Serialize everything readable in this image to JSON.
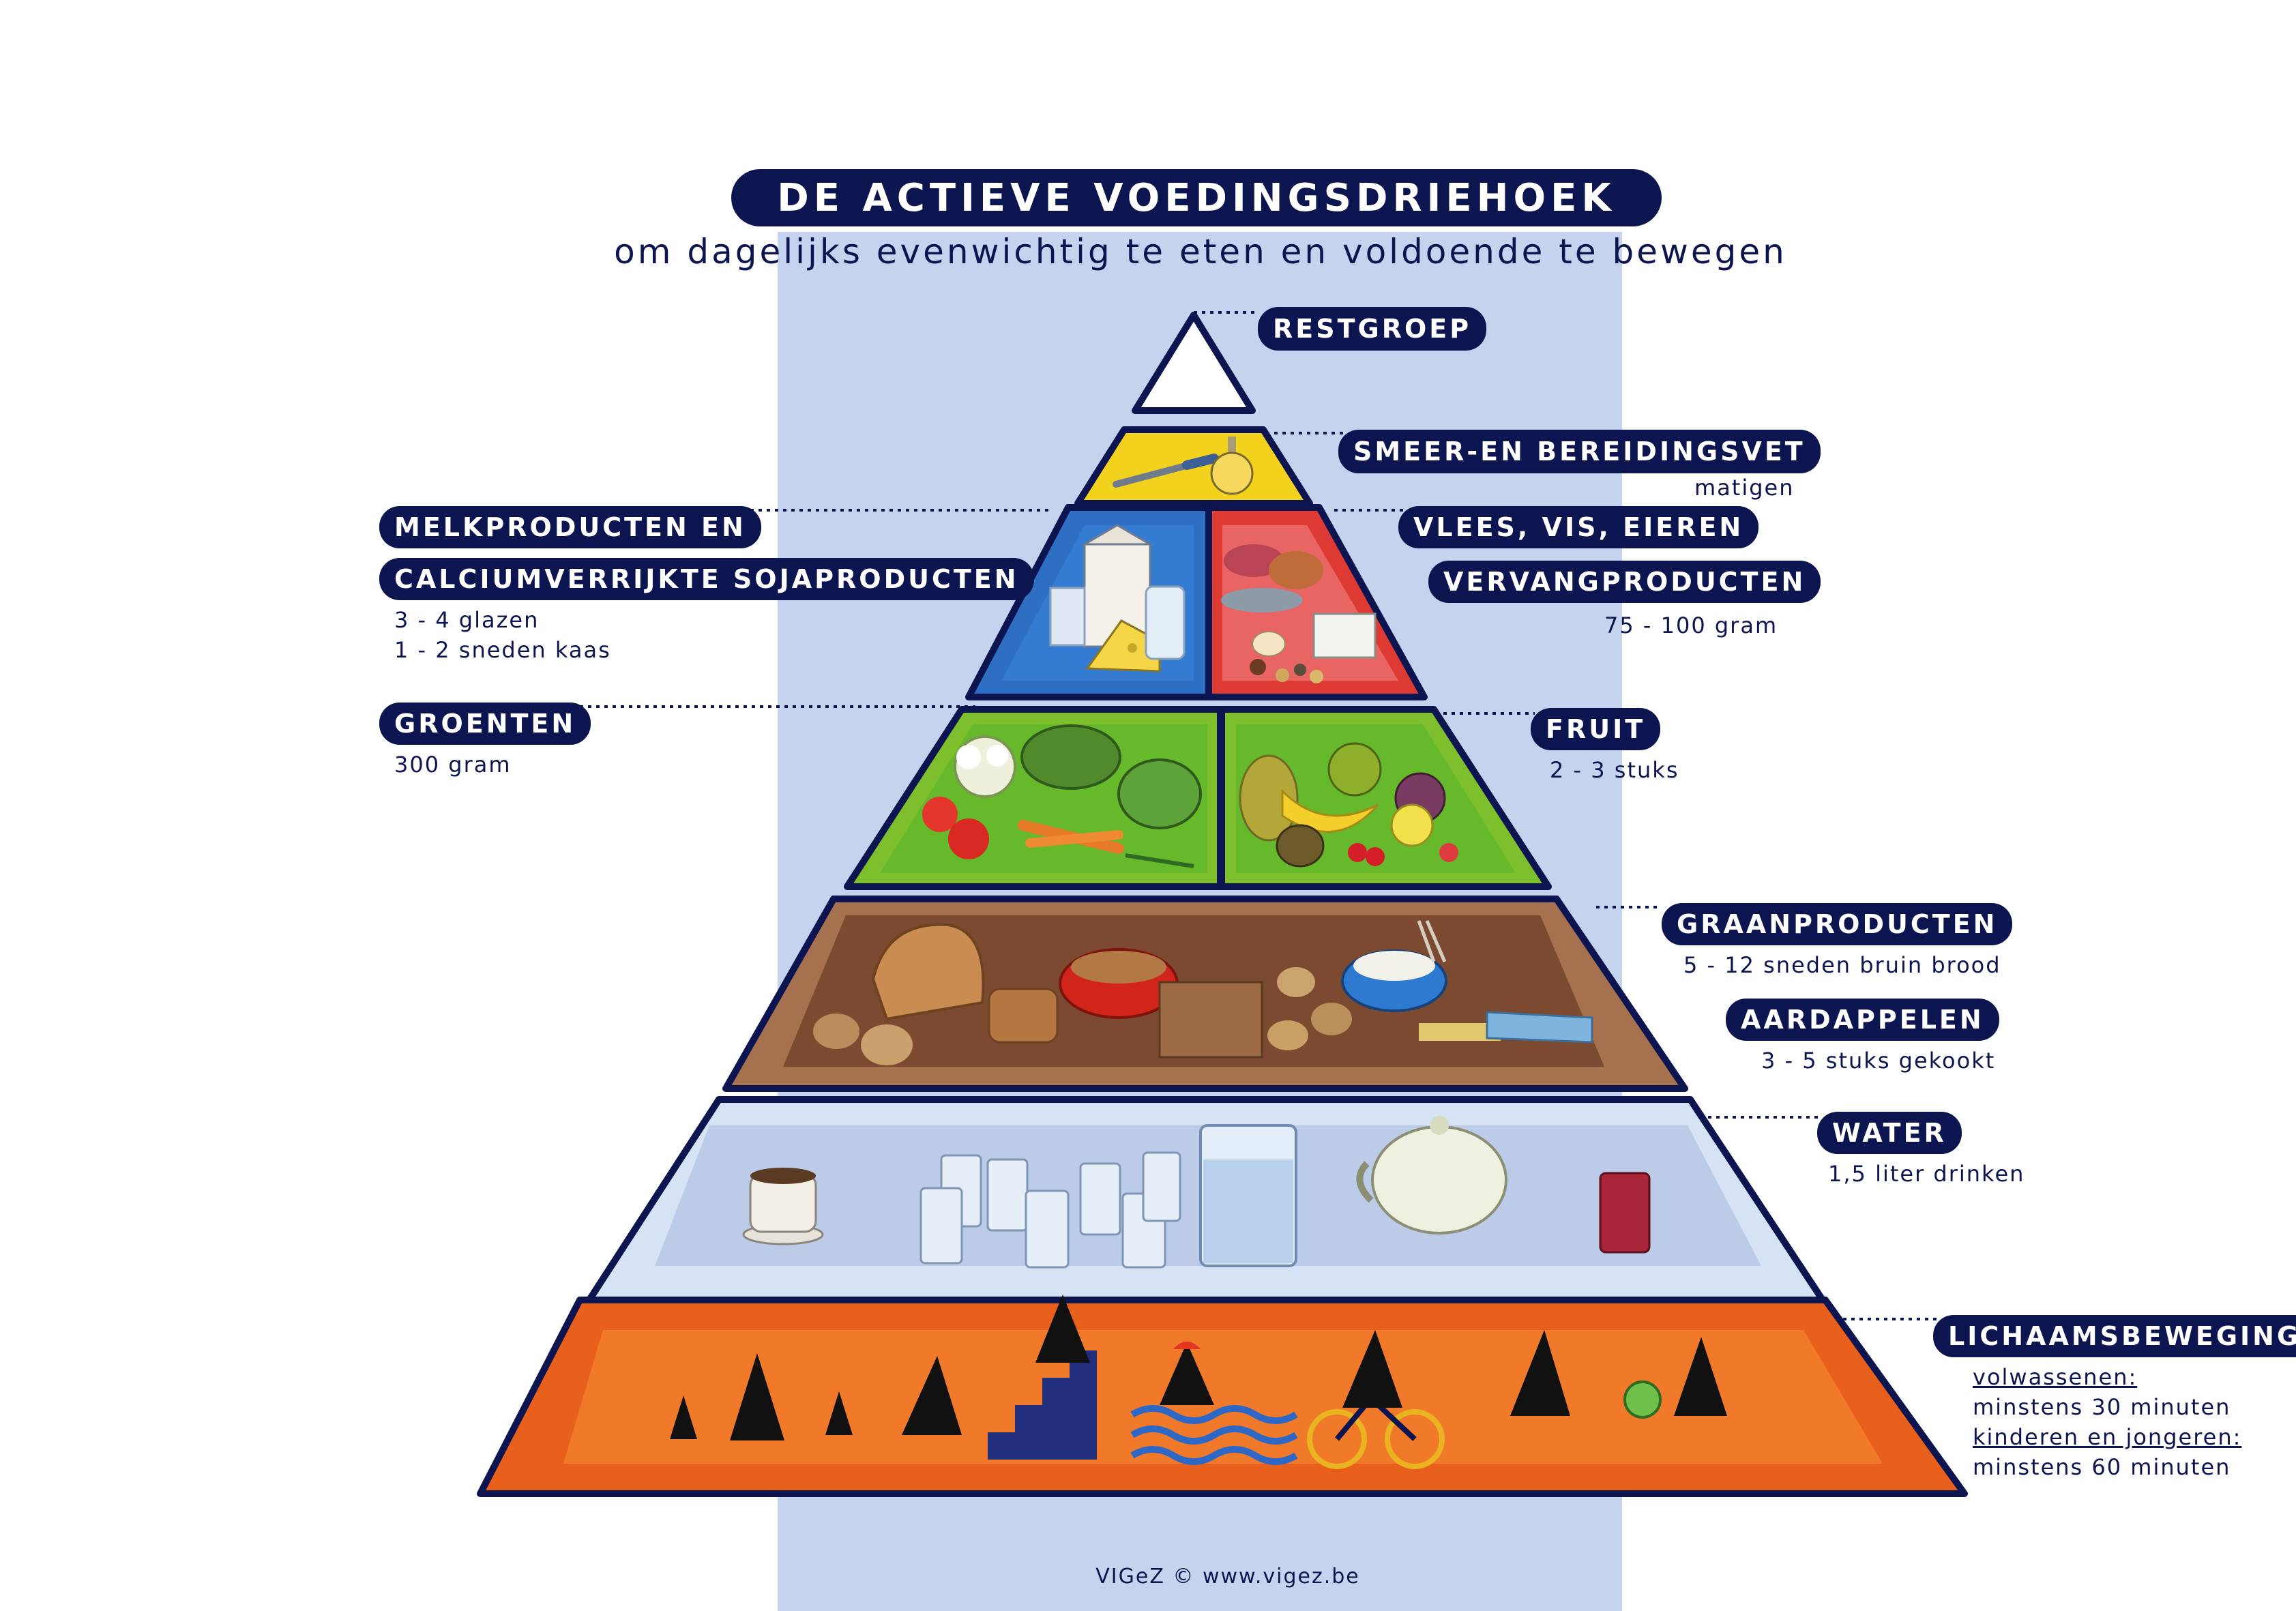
{
  "title": "DE ACTIEVE VOEDINGSDRIEHOEK",
  "subtitle": "om dagelijks evenwichtig te eten en voldoende te bewegen",
  "footer": "VIGeZ © www.vigez.be",
  "colors": {
    "navy": "#0d1550",
    "band_blue": "#c5d3ee",
    "rest_white": "#ffffff",
    "fat_yellow": "#f2d21c",
    "dairy_blue": "#2e6fc4",
    "meat_red": "#dd3a33",
    "veg_green": "#7ebf2e",
    "grain_brown": "#a5714e",
    "water_light": "#d6e3f5",
    "movement_orange": "#e8601c"
  },
  "groups": [
    {
      "id": "restgroep",
      "label": "RESTGROEP",
      "notes": []
    },
    {
      "id": "vet",
      "label": "SMEER-EN BEREIDINGSVET",
      "notes": [
        "matigen"
      ]
    },
    {
      "id": "melk",
      "label_lines": [
        "MELKPRODUCTEN EN",
        "CALCIUMVERRIJKTE SOJAPRODUCTEN"
      ],
      "notes": [
        "3 - 4 glazen",
        "1 - 2 sneden kaas"
      ]
    },
    {
      "id": "vlees",
      "label_lines": [
        "VLEES, VIS, EIEREN",
        "VERVANGPRODUCTEN"
      ],
      "notes": [
        "75 - 100 gram"
      ]
    },
    {
      "id": "groenten",
      "label": "GROENTEN",
      "notes": [
        "300 gram"
      ]
    },
    {
      "id": "fruit",
      "label": "FRUIT",
      "notes": [
        "2 - 3 stuks"
      ]
    },
    {
      "id": "graan",
      "label": "GRAANPRODUCTEN",
      "notes": [
        "5 - 12 sneden bruin brood"
      ]
    },
    {
      "id": "aardappelen",
      "label": "AARDAPPELEN",
      "notes": [
        "3 - 5 stuks gekookt"
      ]
    },
    {
      "id": "water",
      "label": "WATER",
      "notes": [
        "1,5 liter drinken"
      ]
    },
    {
      "id": "beweging",
      "label": "LICHAAMSBEWEGING",
      "notes": [
        "volwassenen:",
        "minstens 30 minuten",
        "kinderen en jongeren:",
        "minstens 60 minuten"
      ]
    }
  ]
}
